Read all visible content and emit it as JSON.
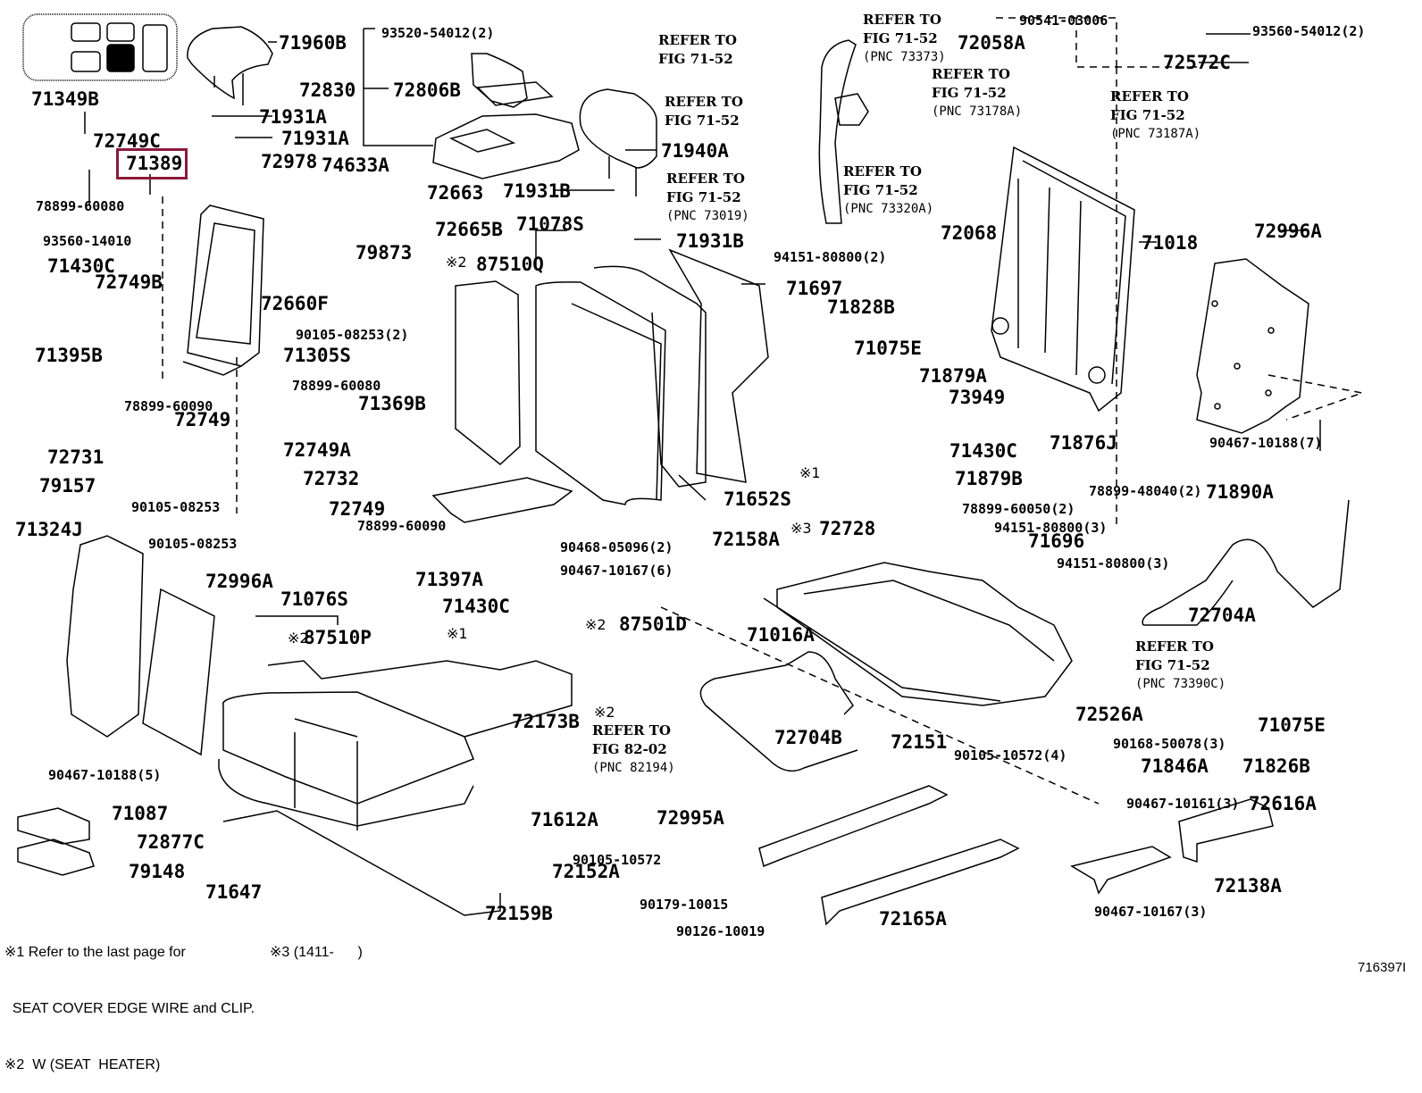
{
  "diagram": {
    "figure_id": "716397I",
    "highlight_color": "#8b1a3a",
    "highlighted_part": "71389",
    "locator_icon": "seat-position-locator-icon",
    "parts": [
      {
        "id": "p71960B",
        "label": "71960B"
      },
      {
        "id": "p71349B",
        "label": "71349B"
      },
      {
        "id": "p72749C",
        "label": "72749C"
      },
      {
        "id": "p71389",
        "label": "71389"
      },
      {
        "id": "p78899_60080a",
        "label": "78899-60080"
      },
      {
        "id": "p93560_14010",
        "label": "93560-14010"
      },
      {
        "id": "p71431A1",
        "label": "71931A"
      },
      {
        "id": "p71431A2",
        "label": "71931A"
      },
      {
        "id": "p72830",
        "label": "72830"
      },
      {
        "id": "p72806B",
        "label": "72806B"
      },
      {
        "id": "p93520_54012",
        "label": "93520-54012(2)"
      },
      {
        "id": "p72978",
        "label": "72978"
      },
      {
        "id": "p74633A",
        "label": "74633A"
      },
      {
        "id": "p72663",
        "label": "72663"
      },
      {
        "id": "p72665B",
        "label": "72665B"
      },
      {
        "id": "p71430C_a",
        "label": "71430C"
      },
      {
        "id": "p72749B",
        "label": "72749B"
      },
      {
        "id": "p72660F",
        "label": "72660F"
      },
      {
        "id": "p79873",
        "label": "79873"
      },
      {
        "id": "p90105_08253_2",
        "label": "90105-08253(2)"
      },
      {
        "id": "p71395B",
        "label": "71395B"
      },
      {
        "id": "p71305S",
        "label": "71305S"
      },
      {
        "id": "p78899_60080b",
        "label": "78899-60080"
      },
      {
        "id": "p78899_60090a",
        "label": "78899-60090"
      },
      {
        "id": "p72749a",
        "label": "72749"
      },
      {
        "id": "p71369B",
        "label": "71369B"
      },
      {
        "id": "p72749A",
        "label": "72749A"
      },
      {
        "id": "p72731",
        "label": "72731"
      },
      {
        "id": "p90105_08253a",
        "label": "90105-08253"
      },
      {
        "id": "p72732",
        "label": "72732"
      },
      {
        "id": "p79157",
        "label": "79157"
      },
      {
        "id": "p72749b",
        "label": "72749"
      },
      {
        "id": "p78899_60090b",
        "label": "78899-60090"
      },
      {
        "id": "p71324J",
        "label": "71324J"
      },
      {
        "id": "p90105_08253b",
        "label": "90105-08253"
      },
      {
        "id": "p72996A_a",
        "label": "72996A"
      },
      {
        "id": "p71397A",
        "label": "71397A"
      },
      {
        "id": "p71430C_b",
        "label": "71430C"
      },
      {
        "id": "p71076S",
        "label": "71076S"
      },
      {
        "id": "p87510P",
        "label": "87510P"
      },
      {
        "id": "p90467_10188_5",
        "label": "90467-10188(5)"
      },
      {
        "id": "p71087",
        "label": "71087"
      },
      {
        "id": "p72877C",
        "label": "72877C"
      },
      {
        "id": "p79148",
        "label": "79148"
      },
      {
        "id": "p71647",
        "label": "71647"
      },
      {
        "id": "p71931B_a",
        "label": "71931B"
      },
      {
        "id": "p71940A",
        "label": "71940A"
      },
      {
        "id": "p71931B_b",
        "label": "71931B"
      },
      {
        "id": "p71078S",
        "label": "71078S"
      },
      {
        "id": "p87510Q",
        "label": "87510Q"
      },
      {
        "id": "p71697",
        "label": "71697"
      },
      {
        "id": "p71652S",
        "label": "71652S"
      },
      {
        "id": "p72158A",
        "label": "72158A"
      },
      {
        "id": "p90468_05096",
        "label": "90468-05096(2)"
      },
      {
        "id": "p90467_10167_6",
        "label": "90467-10167(6)"
      },
      {
        "id": "p87501D",
        "label": "87501D"
      },
      {
        "id": "p72173B",
        "label": "72173B"
      },
      {
        "id": "p71612A",
        "label": "71612A"
      },
      {
        "id": "p72152A",
        "label": "72152A"
      },
      {
        "id": "p72159B",
        "label": "72159B"
      },
      {
        "id": "p72995A",
        "label": "72995A"
      },
      {
        "id": "p90105_10572",
        "label": "90105-10572"
      },
      {
        "id": "p90179_10015",
        "label": "90179-10015"
      },
      {
        "id": "p90126_10019",
        "label": "90126-10019"
      },
      {
        "id": "p71016A",
        "label": "71016A"
      },
      {
        "id": "p72704B",
        "label": "72704B"
      },
      {
        "id": "p72151",
        "label": "72151"
      },
      {
        "id": "p72165A",
        "label": "72165A"
      },
      {
        "id": "p72058A",
        "label": "72058A"
      },
      {
        "id": "p90541_03006",
        "label": "90541-03006"
      },
      {
        "id": "p93560_54012",
        "label": "93560-54012(2)"
      },
      {
        "id": "p72572C",
        "label": "72572C"
      },
      {
        "id": "p72068",
        "label": "72068"
      },
      {
        "id": "p94151_80800_2",
        "label": "94151-80800(2)"
      },
      {
        "id": "p71018",
        "label": "71018"
      },
      {
        "id": "p72996A_b",
        "label": "72996A"
      },
      {
        "id": "p71828B",
        "label": "71828B"
      },
      {
        "id": "p71075E_a",
        "label": "71075E"
      },
      {
        "id": "p71879A",
        "label": "71879A"
      },
      {
        "id": "p73949",
        "label": "73949"
      },
      {
        "id": "p71430C_c",
        "label": "71430C"
      },
      {
        "id": "p71876J",
        "label": "71876J"
      },
      {
        "id": "p71879B",
        "label": "71879B"
      },
      {
        "id": "p78899_48040",
        "label": "78899-48040(2)"
      },
      {
        "id": "p90467_10188_7",
        "label": "90467-10188(7)"
      },
      {
        "id": "p71890A",
        "label": "71890A"
      },
      {
        "id": "p78899_60050",
        "label": "78899-60050(2)"
      },
      {
        "id": "p94151_80800_3a",
        "label": "94151-80800(3)"
      },
      {
        "id": "p72728",
        "label": "72728"
      },
      {
        "id": "p71696",
        "label": "71696"
      },
      {
        "id": "p94151_80800_3b",
        "label": "94151-80800(3)"
      },
      {
        "id": "p72704A",
        "label": "72704A"
      },
      {
        "id": "p72526A",
        "label": "72526A"
      },
      {
        "id": "p90168_50078",
        "label": "90168-50078(3)"
      },
      {
        "id": "p71075E_b",
        "label": "71075E"
      },
      {
        "id": "p71846A",
        "label": "71846A"
      },
      {
        "id": "p71826B",
        "label": "71826B"
      },
      {
        "id": "p90105_10572_4",
        "label": "90105-10572(4)"
      },
      {
        "id": "p90467_10161",
        "label": "90467-10161(3)"
      },
      {
        "id": "p72616A",
        "label": "72616A"
      },
      {
        "id": "p72138A",
        "label": "72138A"
      },
      {
        "id": "p90467_10167_3",
        "label": "90467-10167(3)"
      }
    ],
    "references": [
      {
        "line1": "REFER TO",
        "line2": "FIG 71-52",
        "pnc": ""
      },
      {
        "line1": "REFER TO",
        "line2": "FIG 71-52",
        "pnc": ""
      },
      {
        "line1": "REFER TO",
        "line2": "FIG 71-52",
        "pnc": "(PNC 73019)"
      },
      {
        "line1": "REFER TO",
        "line2": "FIG 71-52",
        "pnc": "(PNC 73373)"
      },
      {
        "line1": "REFER TO",
        "line2": "FIG 71-52",
        "pnc": "(PNC 73178A)"
      },
      {
        "line1": "REFER TO",
        "line2": "FIG 71-52",
        "pnc": "(PNC 73187A)"
      },
      {
        "line1": "REFER TO",
        "line2": "FIG 71-52",
        "pnc": "(PNC 73320A)"
      },
      {
        "line1": "REFER TO",
        "line2": "FIG 71-52",
        "pnc": "(PNC 73390C)"
      },
      {
        "line1": "REFER TO",
        "line2": "FIG 82-02",
        "pnc": "(PNC 82194)"
      }
    ],
    "marks": {
      "m1": "※1",
      "m2": "※2",
      "m3": "※3"
    },
    "notes": {
      "note1_line1": "※1 Refer to the last page for",
      "note1_line2": "  SEAT COVER EDGE WIRE and CLIP.",
      "note2": "※2  W (SEAT  HEATER)",
      "note3": "※3 (1411-      )"
    }
  }
}
